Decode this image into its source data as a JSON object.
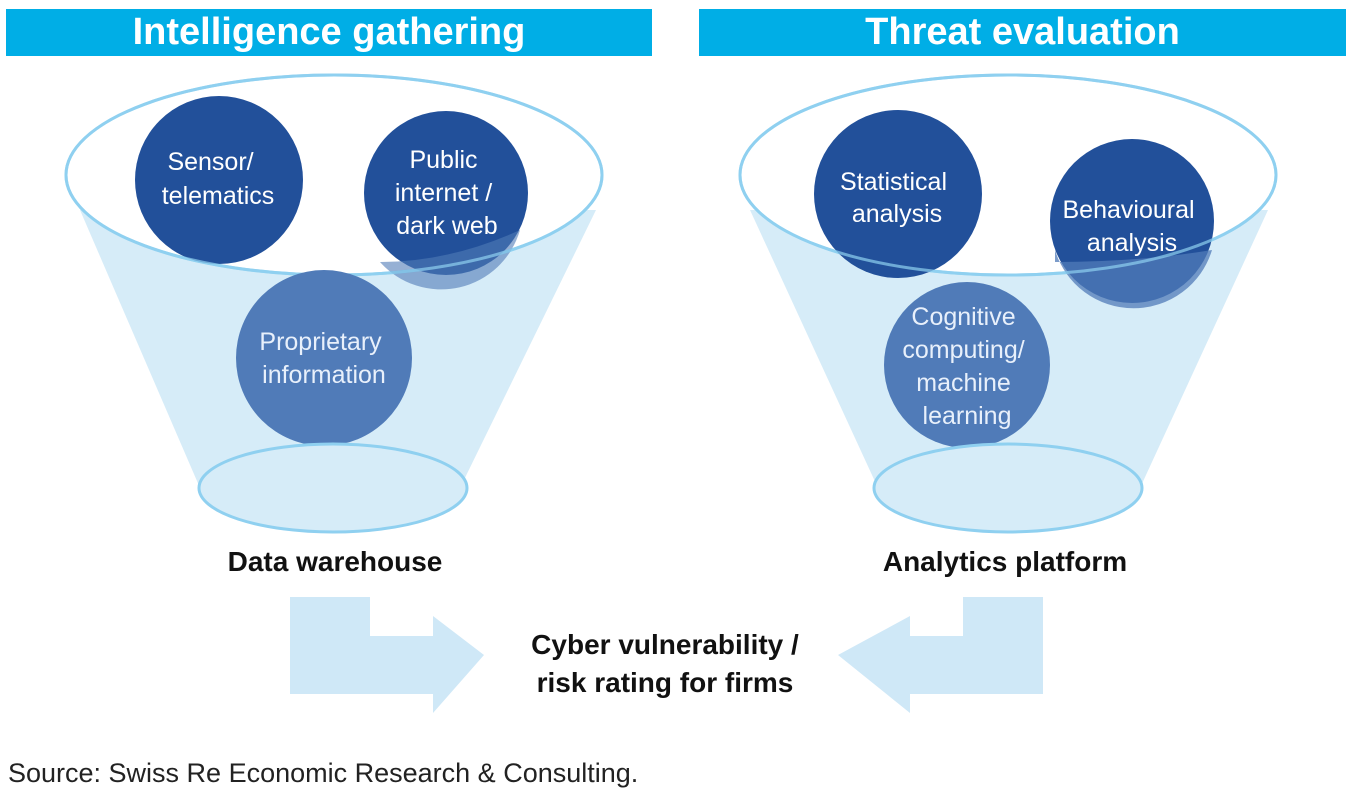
{
  "headers": {
    "left": "Intelligence gathering",
    "right": "Threat evaluation"
  },
  "funnels": {
    "left": {
      "circles": [
        {
          "lines": [
            "Sensor/",
            "telematics"
          ]
        },
        {
          "lines": [
            "Public",
            "internet /",
            "dark web"
          ]
        },
        {
          "lines": [
            "Proprietary",
            "information"
          ]
        }
      ],
      "label": "Data warehouse"
    },
    "right": {
      "circles": [
        {
          "lines": [
            "Statistical",
            "analysis"
          ]
        },
        {
          "lines": [
            "Behavioural",
            "analysis"
          ]
        },
        {
          "lines": [
            "Cognitive",
            "computing/",
            "machine",
            "learning"
          ]
        }
      ],
      "label": "Analytics platform"
    }
  },
  "result": {
    "line1": "Cyber vulnerability /",
    "line2": "risk rating for firms"
  },
  "source": "Source: Swiss Re Economic Research & Consulting.",
  "colors": {
    "header": "#00aee6",
    "circle_dark": "#22509a",
    "circle_light": "#507bb8",
    "funnel_fill": "#d6ecf8",
    "funnel_stroke": "#8fd0f0",
    "arrow": "#cfe8f7"
  }
}
